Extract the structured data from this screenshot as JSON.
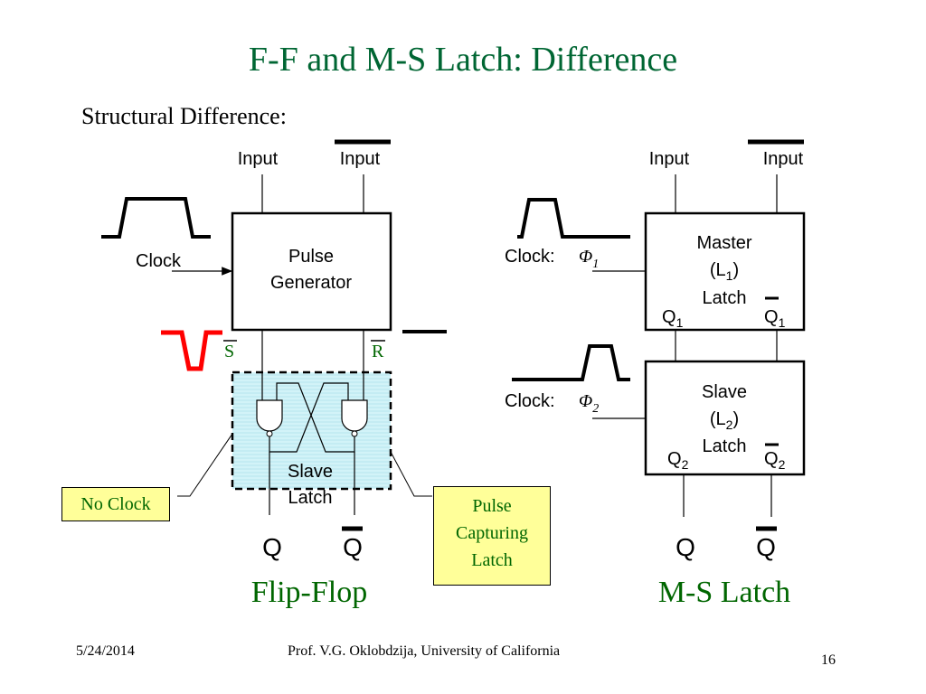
{
  "slide": {
    "title": "F-F and M-S Latch: Difference",
    "subtitle": "Structural Difference:"
  },
  "flipflop": {
    "input_label": "Input",
    "input_bar_label": "Input",
    "clock_label": "Clock",
    "pulse_generator": [
      "Pulse",
      "Generator"
    ],
    "s_label": "S",
    "r_label": "R",
    "slave_latch": [
      "Slave",
      "Latch"
    ],
    "q_label": "Q",
    "qbar_label": "Q",
    "caption": "Flip-Flop",
    "no_clock_label": "No Clock",
    "pulse_capturing": [
      "Pulse",
      "Capturing",
      "Latch"
    ]
  },
  "mslatch": {
    "input_label": "Input",
    "input_bar_label": "Input",
    "clock1_label": "Clock:",
    "phi1": "Φ",
    "phi1_sub": "1",
    "clock2_label": "Clock:",
    "phi2": "Φ",
    "phi2_sub": "2",
    "master": [
      "Master",
      "(L",
      "1",
      ")",
      "Latch"
    ],
    "master_q": "Q",
    "master_q_sub": "1",
    "master_qbar": "Q",
    "master_qbar_sub": "1",
    "slave": [
      "Slave",
      "(L",
      "2",
      ")",
      "Latch"
    ],
    "slave_q": "Q",
    "slave_q_sub": "2",
    "slave_qbar": "Q",
    "slave_qbar_sub": "2",
    "q_label": "Q",
    "qbar_label": "Q",
    "caption": "M-S Latch"
  },
  "footer": {
    "date": "5/24/2014",
    "author": "Prof. V.G. Oklobdzija, University of California",
    "page": "16"
  },
  "colors": {
    "title": "#006633",
    "caption": "#006600",
    "pulse_red": "#ff0000",
    "latch_fill": "#ccf2f7",
    "callout_fill": "#ffff99"
  }
}
